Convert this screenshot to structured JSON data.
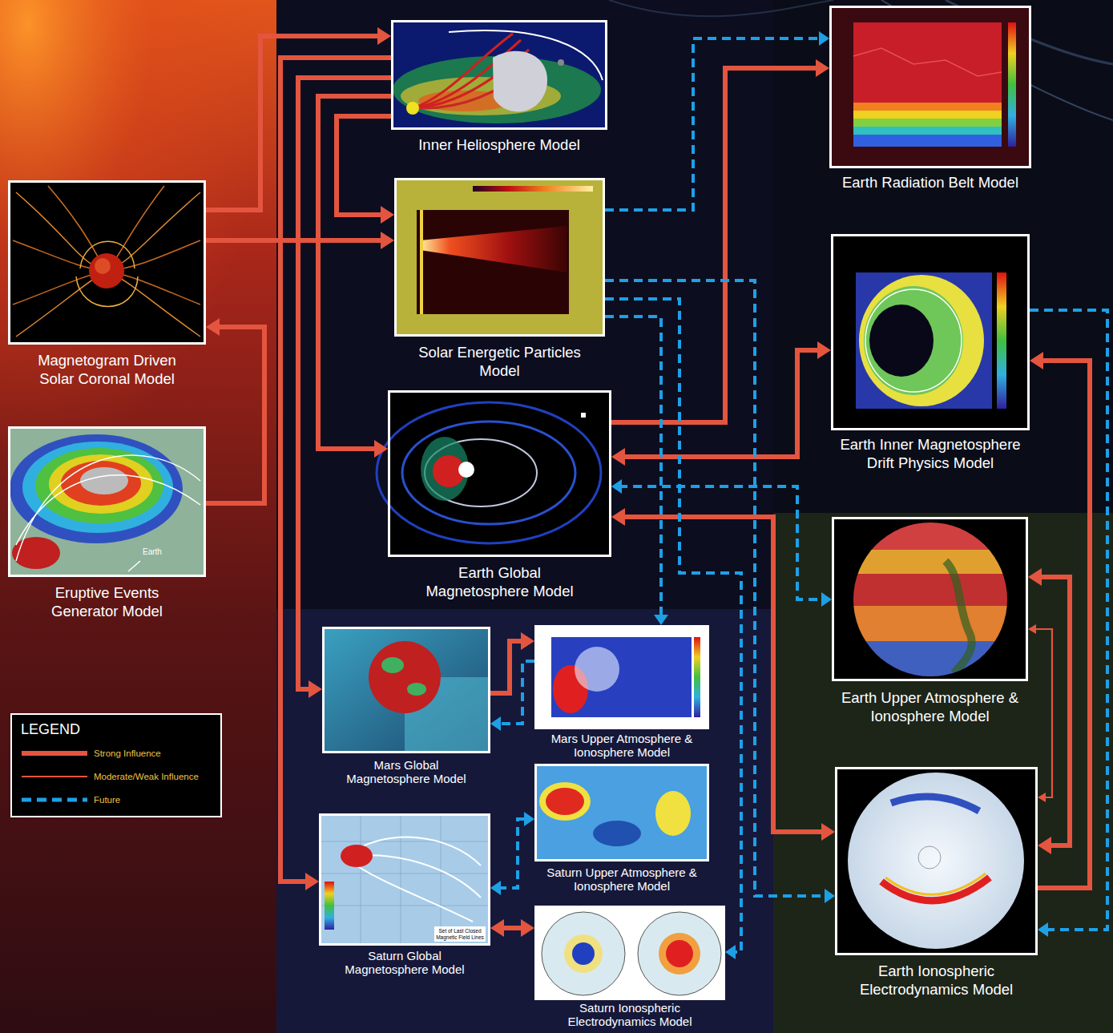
{
  "diagram": {
    "nodes": [
      {
        "text": [
          "Inner Heliosphere Model"
        ]
      },
      {
        "text": [
          "Earth Radiation Belt Model"
        ]
      },
      {
        "text": [
          "Magnetogram Driven Solar Coronal Model"
        ]
      },
      {
        "text": [
          "Solar Energetic Particles Model"
        ]
      },
      {
        "text": [
          "Earth Inner Magnetosphere Drift Physics Model"
        ]
      },
      {
        "text": [
          "Eruptive Events Generator Model"
        ]
      },
      {
        "text": [
          "Earth Global Magnetosphere Model"
        ]
      },
      {
        "text": [
          "Earth Upper Atmosphere & Ionosphere Model"
        ]
      },
      {
        "text": [
          "Mars Global Magnetosphere Model"
        ]
      },
      {
        "text": [
          "Mars Upper Atmosphere & Ionosphere Model"
        ]
      },
      {
        "text": [
          "Saturn Upper Atmosphere & Ionosphere Model"
        ]
      },
      {
        "text": [
          "Saturn Global Magnetosphere Model"
        ]
      },
      {
        "text": [
          "Saturn Ionospheric Electrodynamics Model"
        ]
      },
      {
        "text": [
          "Earth Ionospheric Electrodynamics Model"
        ]
      }
    ],
    "edges": [
      {
        "from": 2,
        "to": 0,
        "arrow": "to"
      },
      {
        "from": 2,
        "to": 3,
        "arrow": "to"
      },
      {
        "from": 5,
        "to": 2,
        "arrow": "to"
      },
      {
        "from": 0,
        "to": 3,
        "arrow": "to"
      },
      {
        "from": 0,
        "to": 6,
        "arrow": "to"
      },
      {
        "from": 0,
        "to": 8,
        "arrow": "to"
      },
      {
        "from": 0,
        "to": 11,
        "arrow": "to"
      },
      {
        "from": 6,
        "to": 1,
        "arrow": "to"
      },
      {
        "from": 4,
        "to": 6,
        "arrow": "both"
      },
      {
        "from": 6,
        "to": 13,
        "arrow": "both"
      },
      {
        "from": 13,
        "to": 4,
        "arrow": "to"
      },
      {
        "from": 7,
        "to": 13,
        "arrow": "both"
      },
      {
        "from": 7,
        "to": 13,
        "arrow": "both"
      },
      {
        "from": 8,
        "to": 9,
        "arrow": "to"
      },
      {
        "from": 11,
        "to": 12,
        "arrow": "both"
      },
      {
        "from": 3,
        "to": 1,
        "arrow": "to"
      },
      {
        "from": 3,
        "to": 9,
        "arrow": "to"
      },
      {
        "from": 3,
        "to": 12,
        "arrow": "to"
      },
      {
        "from": 3,
        "to": 13,
        "arrow": "to"
      },
      {
        "from": 6,
        "to": 7,
        "arrow": "both"
      },
      {
        "from": 4,
        "to": 13,
        "arrow": "to"
      },
      {
        "from": 9,
        "to": 8,
        "arrow": "to"
      },
      {
        "from": 11,
        "to": 10,
        "arrow": "both"
      }
    ],
    "labels": [
      "LEGEND",
      "Earth",
      "Set of Last Closed Magnetic Field Lines"
    ],
    "legend": [
      {
        "text": "Strong Influence"
      },
      {
        "text": "Moderate/Weak Influence"
      },
      {
        "text": "Future"
      }
    ]
  }
}
